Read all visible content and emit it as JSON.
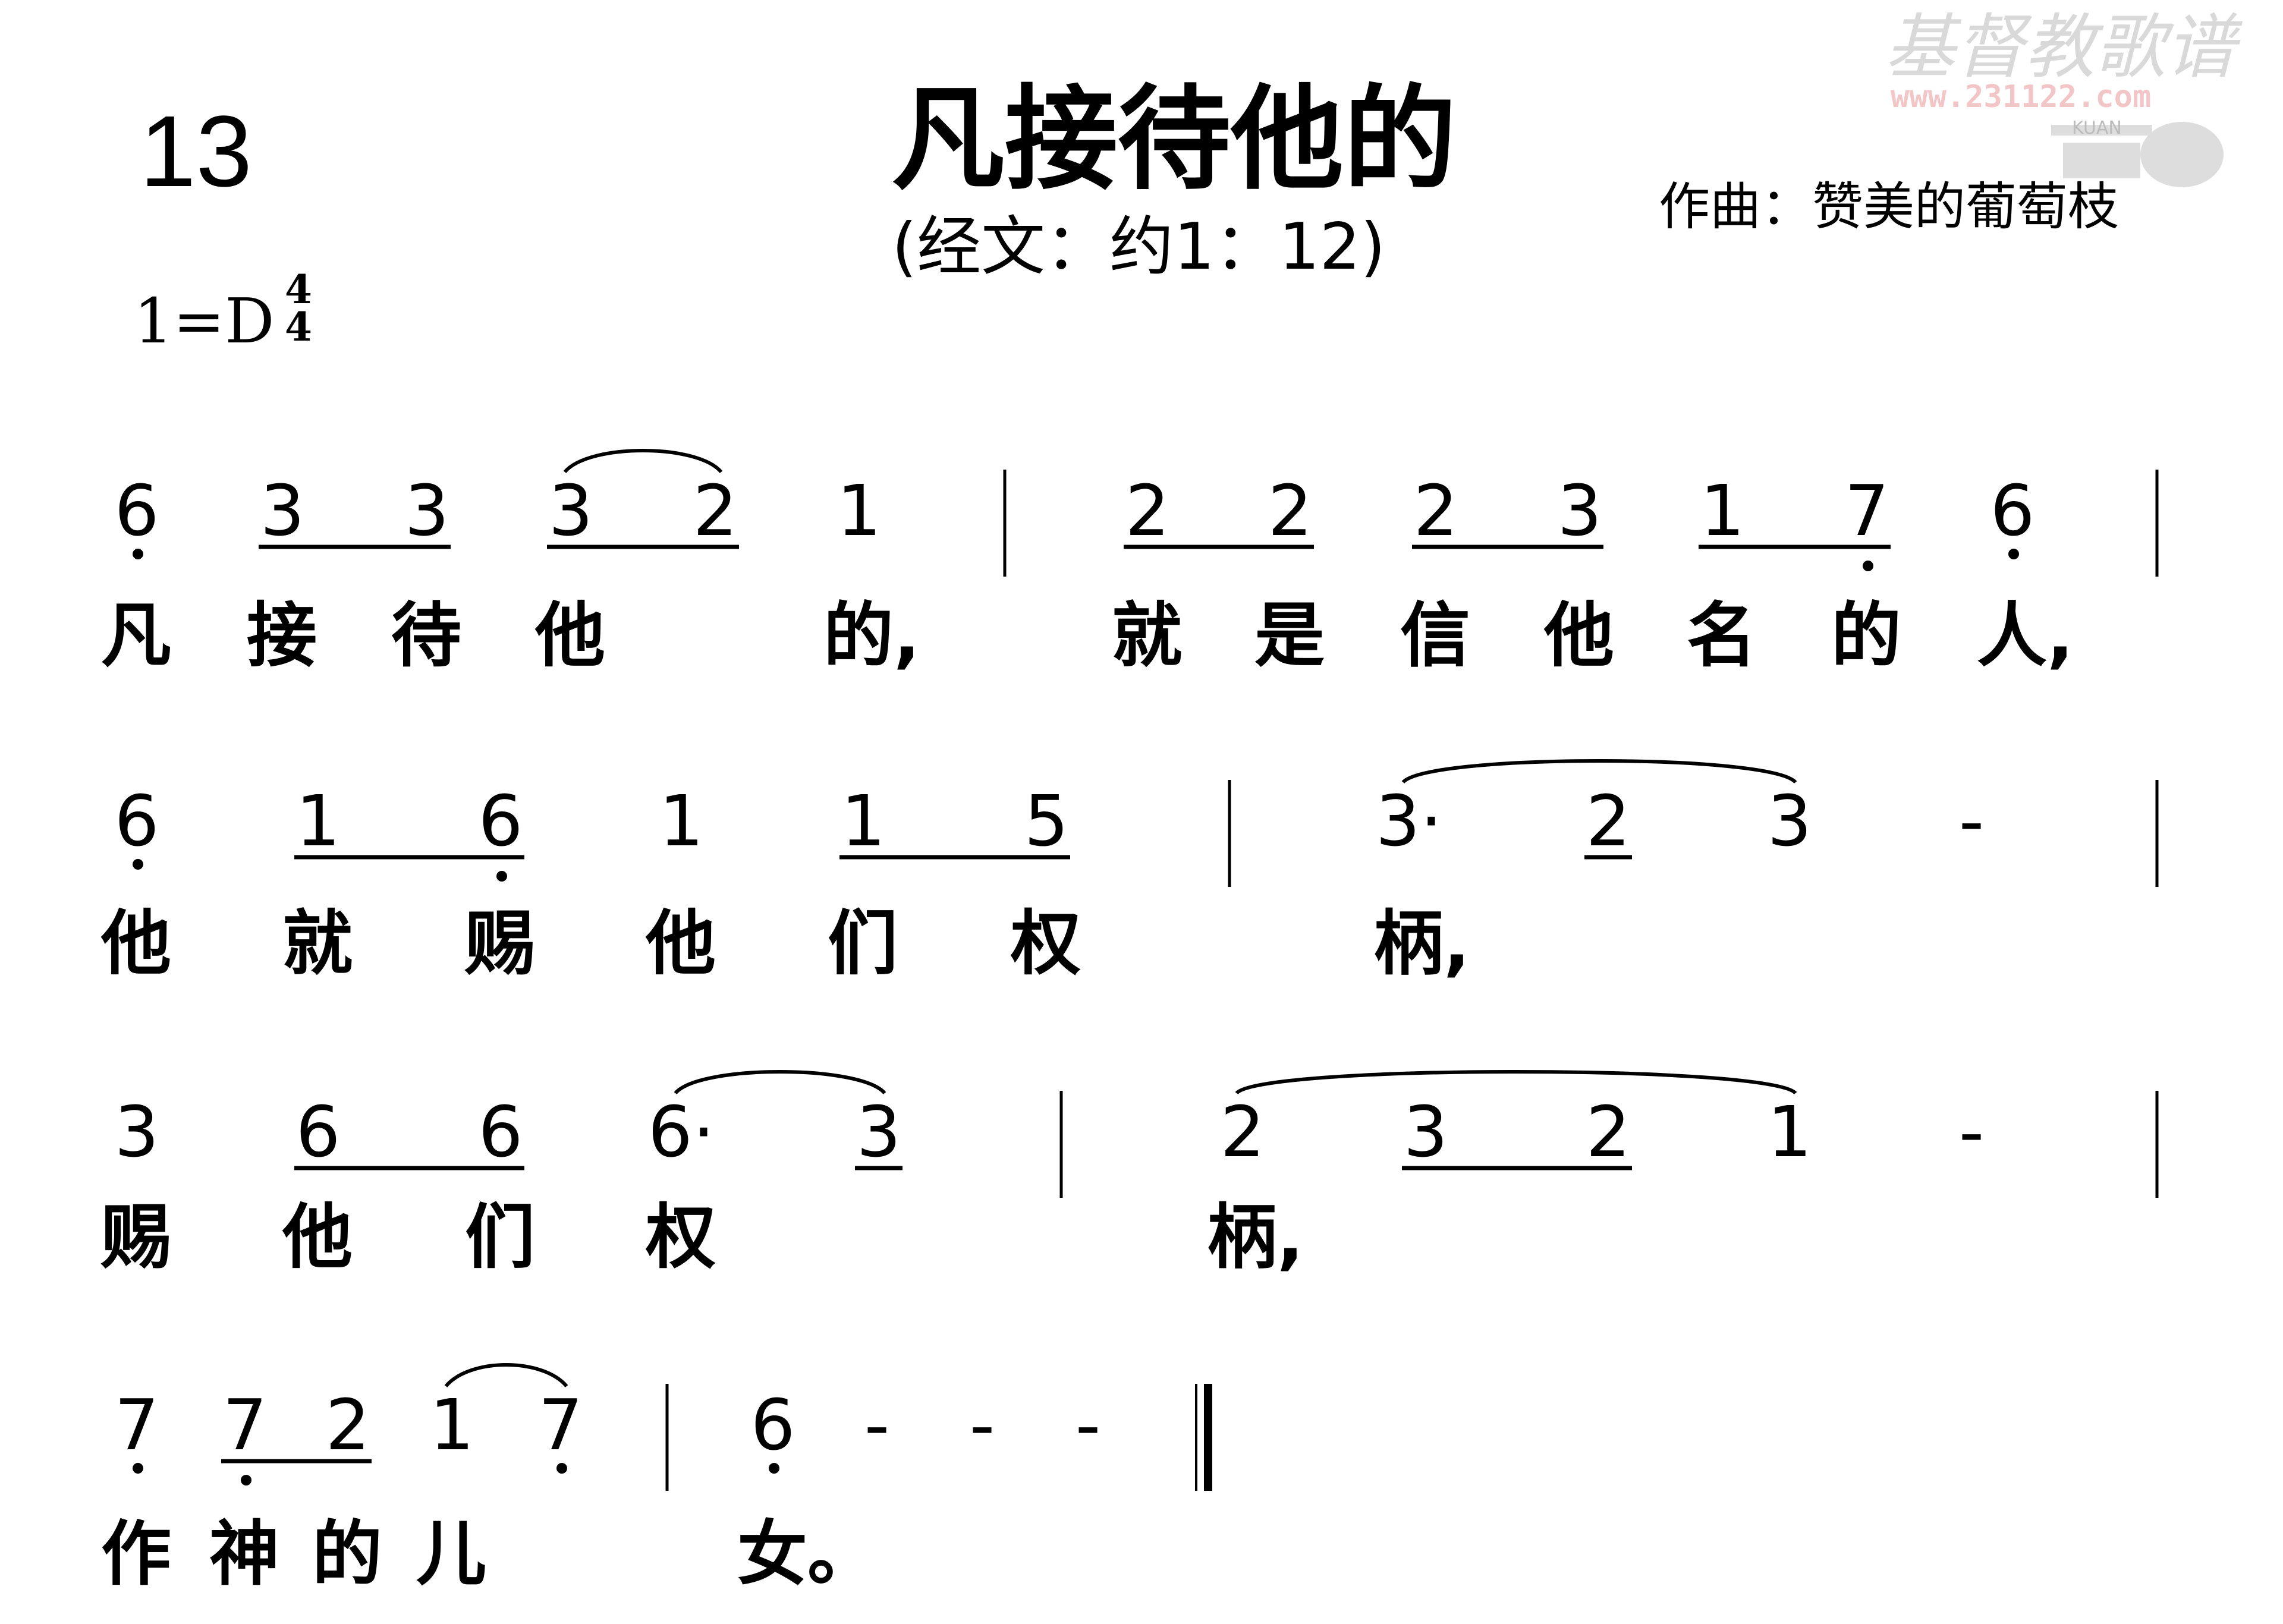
{
  "header": {
    "song_number": "13",
    "title": "凡接待他的",
    "scripture": "(经文：约1：12)",
    "composer": "作曲：赞美的葡萄枝",
    "key": "1=D",
    "time_signature": {
      "top": "4",
      "bottom": "4"
    }
  },
  "watermark": {
    "text": "基督教歌谱",
    "url_text": "www.231122.com",
    "logo": "KUAN"
  },
  "rows": [
    {
      "notes": [
        {
          "t": "6",
          "below": 1
        },
        {
          "t": "3"
        },
        {
          "t": "3"
        },
        {
          "t": "3"
        },
        {
          "t": "2"
        },
        {
          "t": "1"
        },
        {
          "t": "2"
        },
        {
          "t": "2"
        },
        {
          "t": "2"
        },
        {
          "t": "3"
        },
        {
          "t": "1"
        },
        {
          "t": "7",
          "below": 1
        },
        {
          "t": "6",
          "below": 1
        }
      ],
      "lyrics": [
        "凡",
        "接",
        "待",
        "他",
        "的,",
        "就",
        "是",
        "信",
        "他",
        "名",
        "的",
        "人,"
      ]
    },
    {
      "notes": [
        {
          "t": "6",
          "below": 1
        },
        {
          "t": "1"
        },
        {
          "t": "6",
          "below": 1
        },
        {
          "t": "1"
        },
        {
          "t": "1"
        },
        {
          "t": "5"
        },
        {
          "t": "3·"
        },
        {
          "t": "2"
        },
        {
          "t": "3"
        },
        {
          "t": "-"
        }
      ],
      "lyrics": [
        "他",
        "就",
        "赐",
        "他",
        "们",
        "权",
        "柄,"
      ]
    },
    {
      "notes": [
        {
          "t": "3"
        },
        {
          "t": "6"
        },
        {
          "t": "6"
        },
        {
          "t": "6·"
        },
        {
          "t": "3"
        },
        {
          "t": "2"
        },
        {
          "t": "3"
        },
        {
          "t": "2"
        },
        {
          "t": "1"
        },
        {
          "t": "-"
        }
      ],
      "lyrics": [
        "赐",
        "他",
        "们",
        "权",
        "柄,"
      ]
    },
    {
      "notes": [
        {
          "t": "7",
          "below": 1
        },
        {
          "t": "7",
          "below": 1
        },
        {
          "t": "2"
        },
        {
          "t": "1"
        },
        {
          "t": "7",
          "below": 1
        },
        {
          "t": "6",
          "below": 1
        },
        {
          "t": "-"
        },
        {
          "t": "-"
        },
        {
          "t": "-"
        }
      ],
      "lyrics": [
        "作",
        "神",
        "的",
        "儿",
        "女。"
      ]
    }
  ]
}
